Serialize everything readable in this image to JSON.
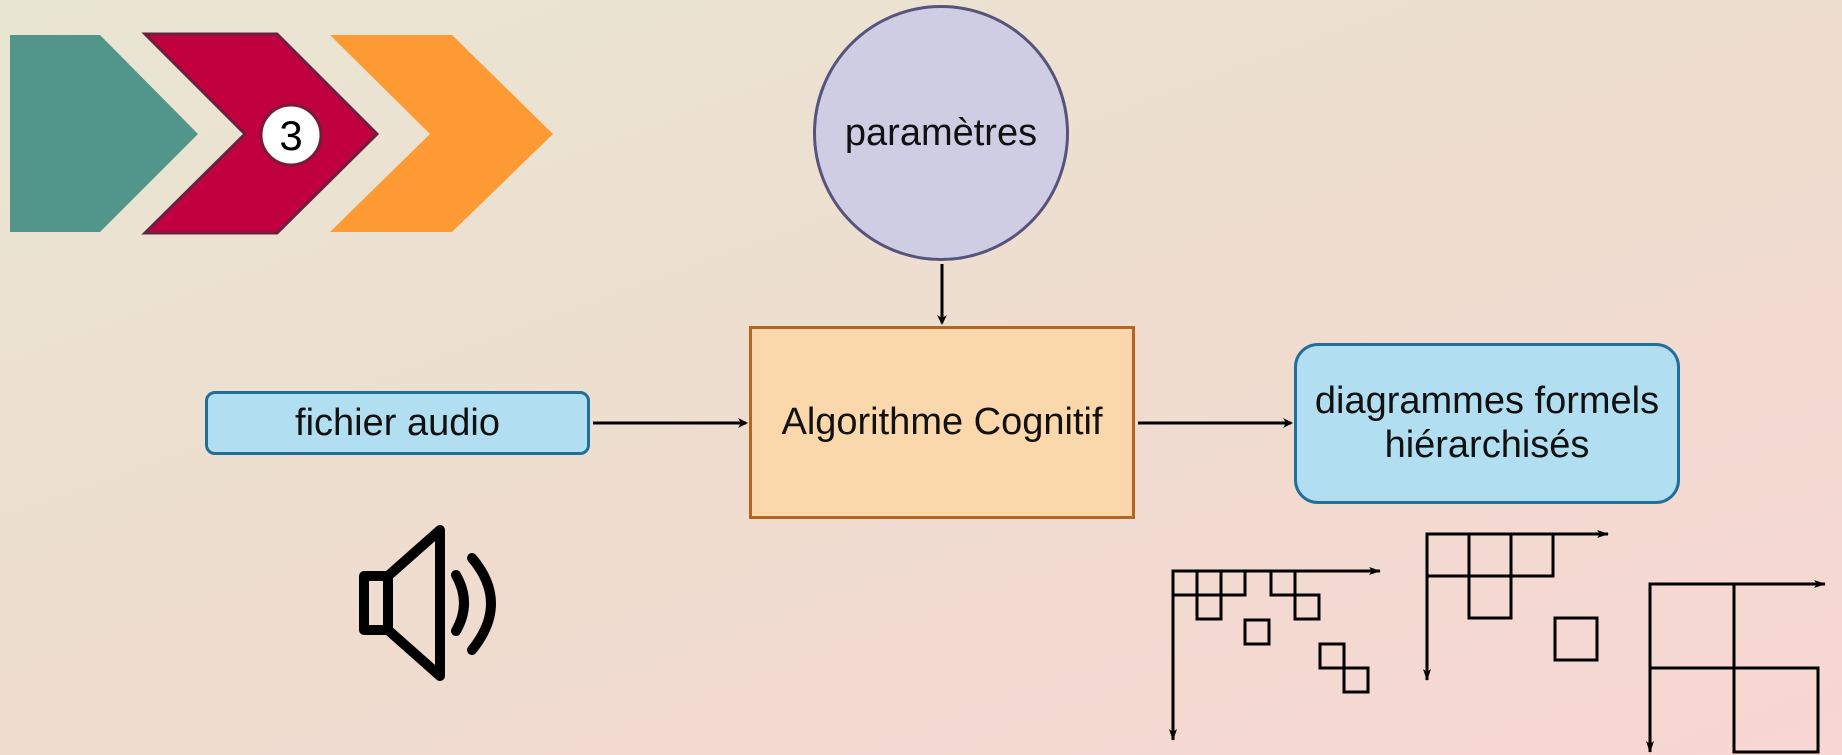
{
  "step_badge": {
    "number": "3"
  },
  "nodes": {
    "parameters": "paramètres",
    "algorithm": "Algorithme Cognitif",
    "audio_file": "fichier audio",
    "diagrams_line1": "diagrammes formels",
    "diagrams_line2": "hiérarchisés"
  },
  "colors": {
    "chevron_teal": "#52958a",
    "chevron_crimson": "#c10040",
    "chevron_orange": "#fe9a33",
    "audio_fill": "#b1dff1",
    "algo_fill": "#fad8ac",
    "params_fill": "#cfcde3"
  },
  "icons": [
    "chevron-arrow-icon",
    "speaker-icon",
    "hierarchical-diagram-icon"
  ]
}
